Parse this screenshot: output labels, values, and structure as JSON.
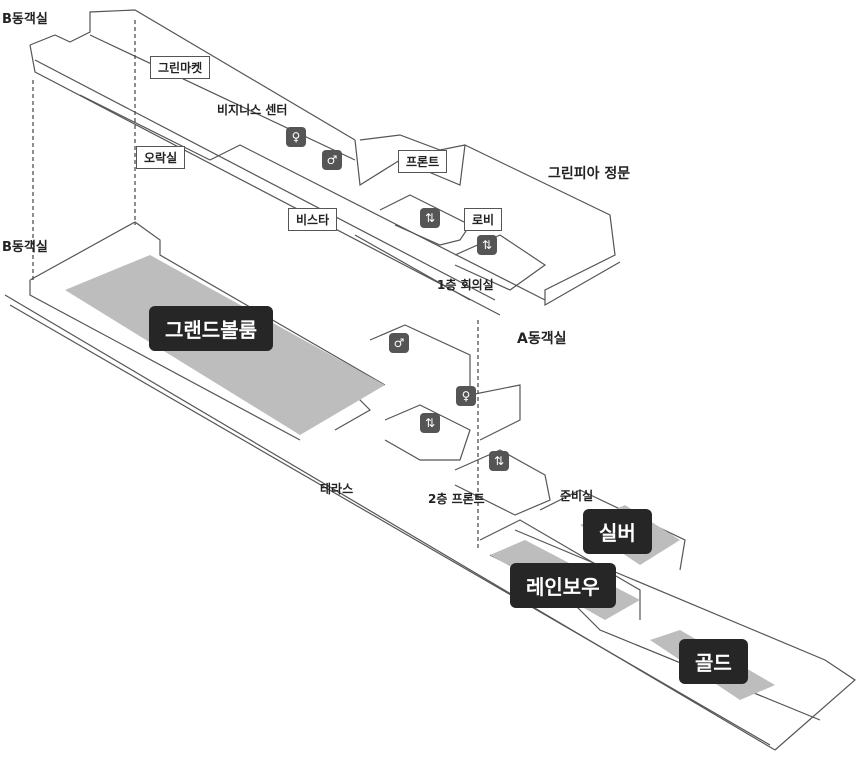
{
  "title": "그린피아 층별 안내도",
  "floor1": {
    "labels": {
      "b_building_top": "B동객실",
      "green_market": "그린마켓",
      "business_center": "비지니스 센터",
      "arcade": "오락실",
      "front": "프론트",
      "main_gate": "그린피아 정문",
      "vista": "비스타",
      "lobby": "로비",
      "meeting_room_1f": "1층 회의실"
    }
  },
  "floor2": {
    "labels": {
      "b_building": "B동객실",
      "a_building": "A동객실",
      "grand_ballroom": "그랜드볼룸",
      "terrace": "테라스",
      "front_2f": "2층 프론트",
      "prep_room": "준비실",
      "silver": "실버",
      "rainbow": "레인보우",
      "gold": "골드"
    }
  },
  "colors": {
    "highlight": "#262626",
    "room_fill": "#bdbdbd",
    "wall": "#555555"
  }
}
